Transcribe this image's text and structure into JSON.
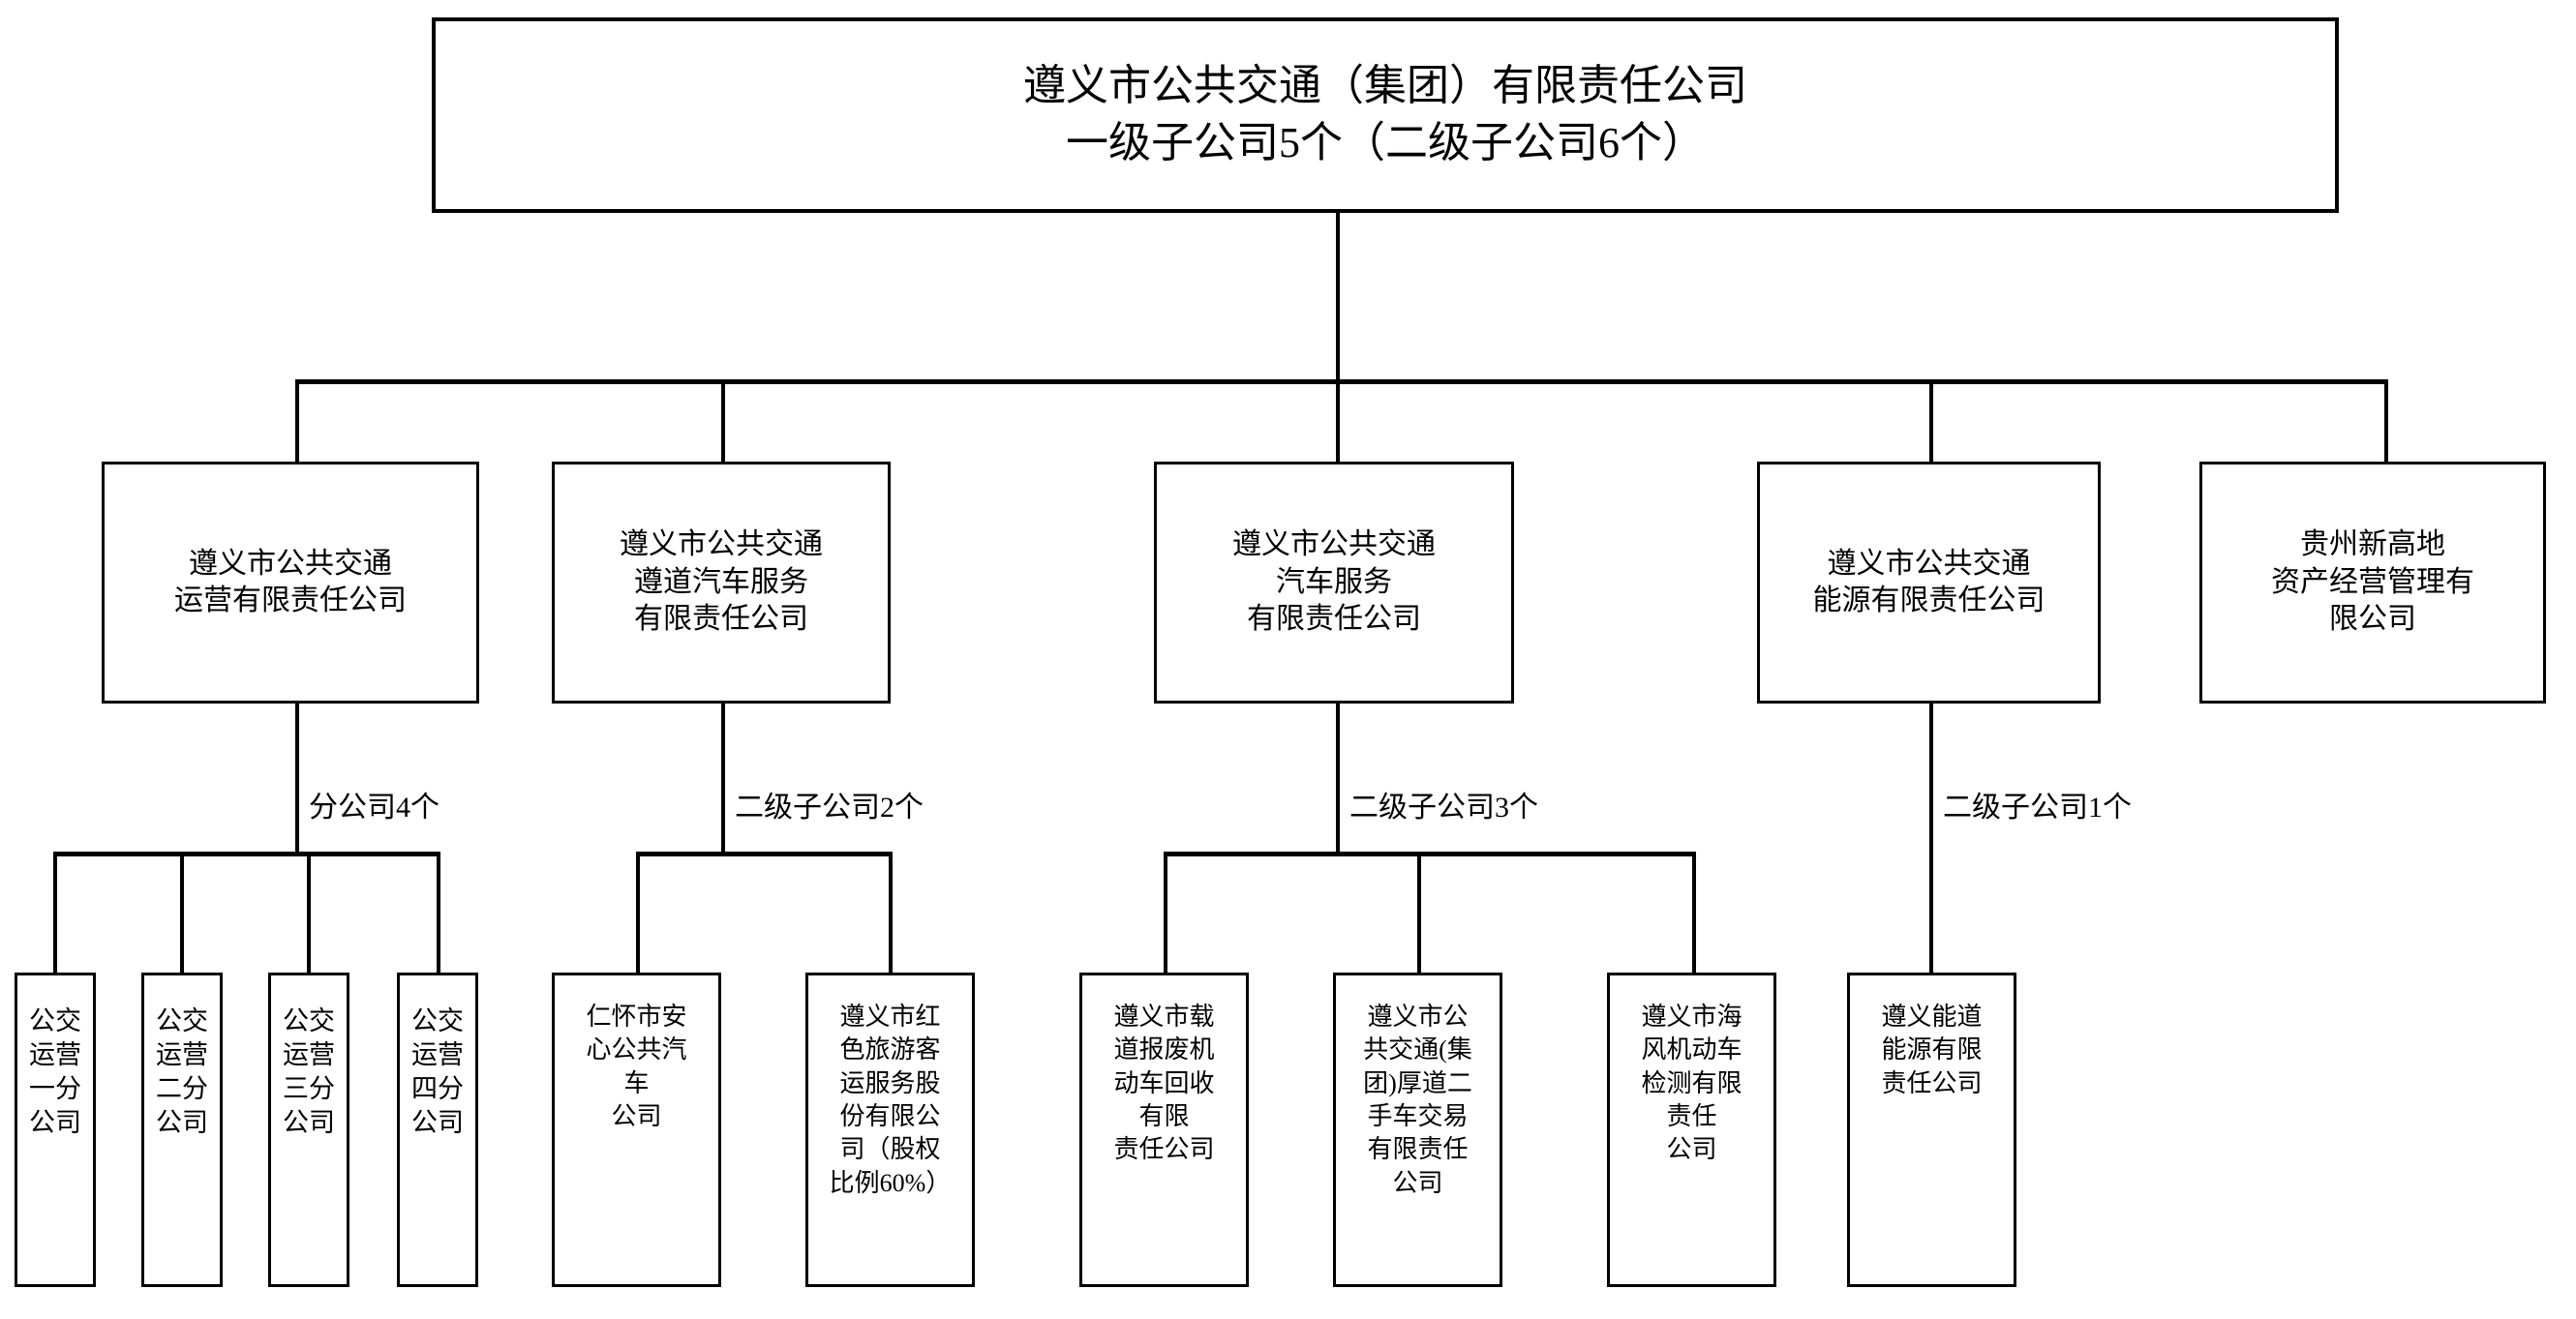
{
  "root": {
    "line1": "遵义市公共交通（集团）有限责任公司",
    "line2": "一级子公司5个（二级子公司6个）",
    "text": "遵义市公共交通（集团）有限责任公司\n一级子公司5个（二级子公司6个）"
  },
  "level1": [
    {
      "name": "subsidiary-operations",
      "text": "遵义市公共交通\n运营有限责任公司"
    },
    {
      "name": "subsidiary-zundao-auto-service",
      "text": "遵义市公共交通\n遵道汽车服务\n有限责任公司"
    },
    {
      "name": "subsidiary-auto-service",
      "text": "遵义市公共交通\n汽车服务\n有限责任公司"
    },
    {
      "name": "subsidiary-energy",
      "text": "遵义市公共交通\n能源有限责任公司"
    },
    {
      "name": "subsidiary-guizhou-xingaodi",
      "text": "贵州新高地\n资产经营管理有\n限公司"
    }
  ],
  "connector_labels": [
    {
      "name": "branch-count-operations",
      "text": "分公司4个"
    },
    {
      "name": "branch-count-zundao",
      "text": "二级子公司2个"
    },
    {
      "name": "branch-count-auto-service",
      "text": "二级子公司3个"
    },
    {
      "name": "branch-count-energy",
      "text": "二级子公司1个"
    }
  ],
  "leaves": {
    "operations_branches": [
      {
        "name": "branch-bus-operation-1",
        "text": "公交\n运营\n一分\n公司"
      },
      {
        "name": "branch-bus-operation-2",
        "text": "公交\n运营\n二分\n公司"
      },
      {
        "name": "branch-bus-operation-3",
        "text": "公交\n运营\n三分\n公司"
      },
      {
        "name": "branch-bus-operation-4",
        "text": "公交\n运营\n四分\n公司"
      }
    ],
    "zundao_children": [
      {
        "name": "sub-renhuai-anxin-bus",
        "text": "仁怀市安\n心公共汽\n车\n公司"
      },
      {
        "name": "sub-red-tourism-passenger",
        "text": "遵义市红\n色旅游客\n运服务股\n份有限公\n司（股权\n比例60%）"
      }
    ],
    "auto_service_children": [
      {
        "name": "sub-zaidao-scrap-vehicle-recycling",
        "text": "遵义市载\n道报废机\n动车回收\n有限\n责任公司"
      },
      {
        "name": "sub-houdao-used-car-trading",
        "text": "遵义市公\n共交通(集\n团)厚道二\n手车交易\n有限责任\n公司"
      },
      {
        "name": "sub-haifeng-vehicle-inspection",
        "text": "遵义市海\n风机动车\n检测有限\n责任\n公司"
      }
    ],
    "energy_children": [
      {
        "name": "sub-nengdao-energy",
        "text": "遵义能道\n能源有限\n责任公司"
      }
    ]
  },
  "colors": {
    "line": "#000000",
    "box_border": "#000000",
    "background": "#ffffff",
    "text": "#000000"
  }
}
